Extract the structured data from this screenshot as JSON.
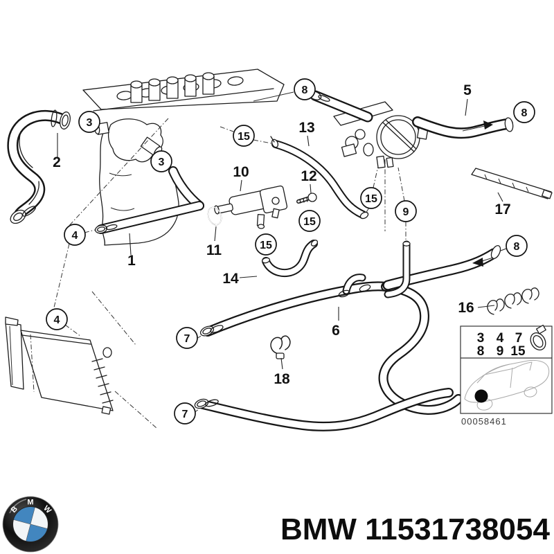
{
  "callouts": {
    "balloons": [
      "3",
      "3",
      "15",
      "8",
      "8",
      "15",
      "9",
      "15",
      "15",
      "4",
      "8",
      "4",
      "7",
      "7"
    ],
    "labels": [
      "2",
      "13",
      "5",
      "10",
      "12",
      "17",
      "11",
      "1",
      "14",
      "16",
      "6",
      "18"
    ]
  },
  "legend": {
    "row1": [
      "3",
      "4",
      "7"
    ],
    "row2": [
      "8",
      "9",
      "15"
    ],
    "code": "00058461"
  },
  "logo": {
    "letters": [
      "B",
      "M",
      "W"
    ]
  },
  "footer": {
    "part_text": "BMW 11531738054"
  }
}
